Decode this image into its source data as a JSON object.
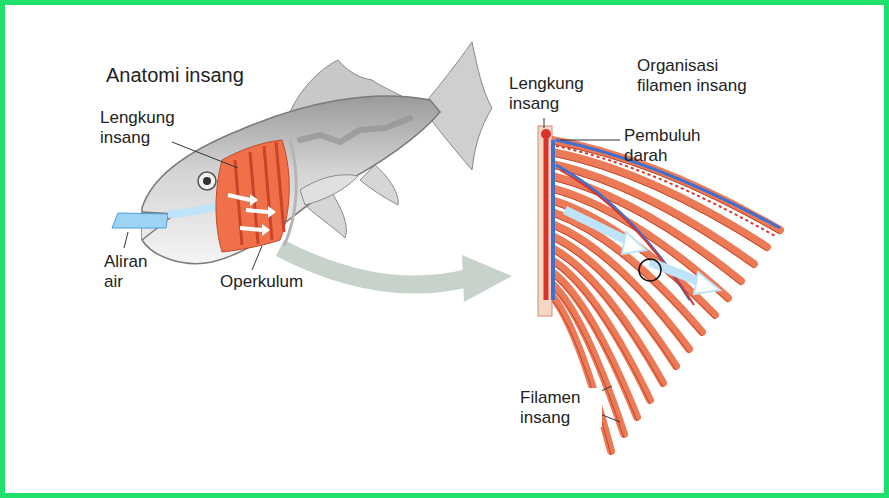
{
  "diagram": {
    "labels": [
      "Anatomi insang",
      "Lengkung insang",
      "Aliran air",
      "Operkulum",
      "Lengkung insang",
      "Organisasi filamen insang",
      "Pembuluh darah",
      "Filamen insang"
    ]
  }
}
